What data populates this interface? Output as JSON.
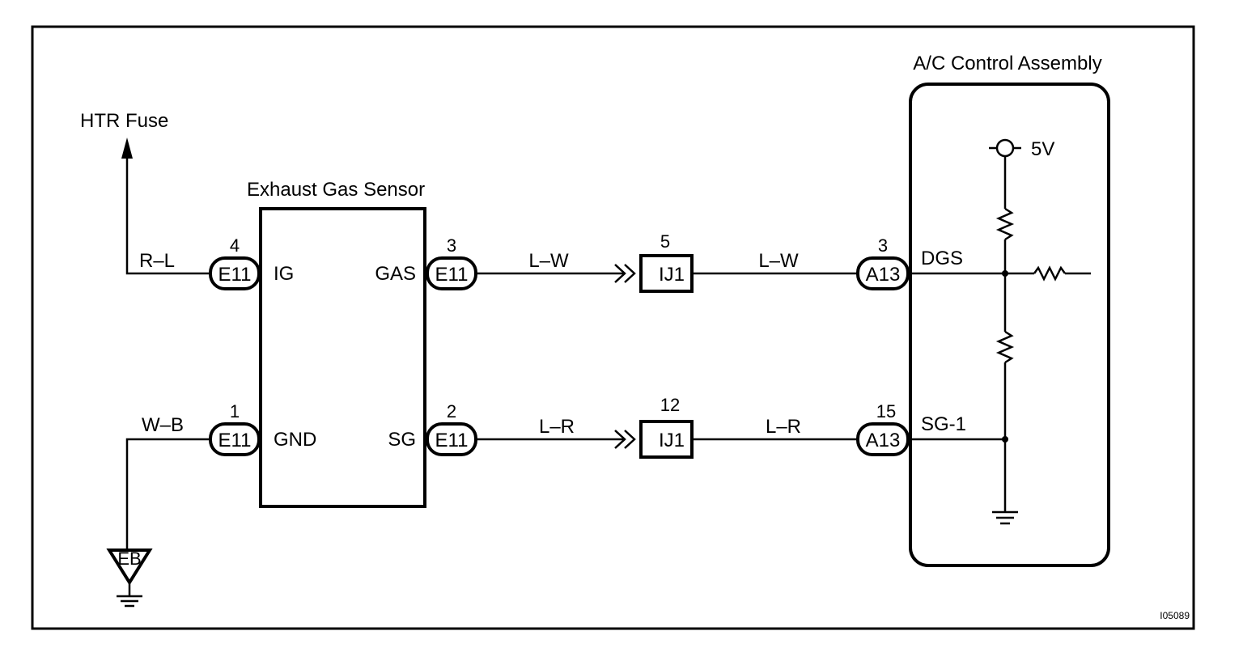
{
  "htr_fuse": "HTR Fuse",
  "sensor": {
    "title": "Exhaust Gas Sensor",
    "pins": {
      "ig": "IG",
      "gnd": "GND",
      "gas": "GAS",
      "sg": "SG"
    }
  },
  "ac_control": {
    "title": "A/C Control Assembly",
    "supply": "5V",
    "pins": {
      "dgs": "DGS",
      "sg1": "SG-1"
    }
  },
  "connectors": {
    "e11": "E11",
    "ij1": "IJ1",
    "a13": "A13"
  },
  "pin_numbers": {
    "e11_ig": "4",
    "e11_gnd": "1",
    "e11_gas": "3",
    "e11_sg": "2",
    "ij1_top": "5",
    "ij1_bottom": "12",
    "a13_top": "3",
    "a13_bottom": "15"
  },
  "wire_colors": {
    "rl": "R–L",
    "wb": "W–B",
    "lw": "L–W",
    "lr": "L–R"
  },
  "ground_label": "EB",
  "figure_code": "I05089"
}
